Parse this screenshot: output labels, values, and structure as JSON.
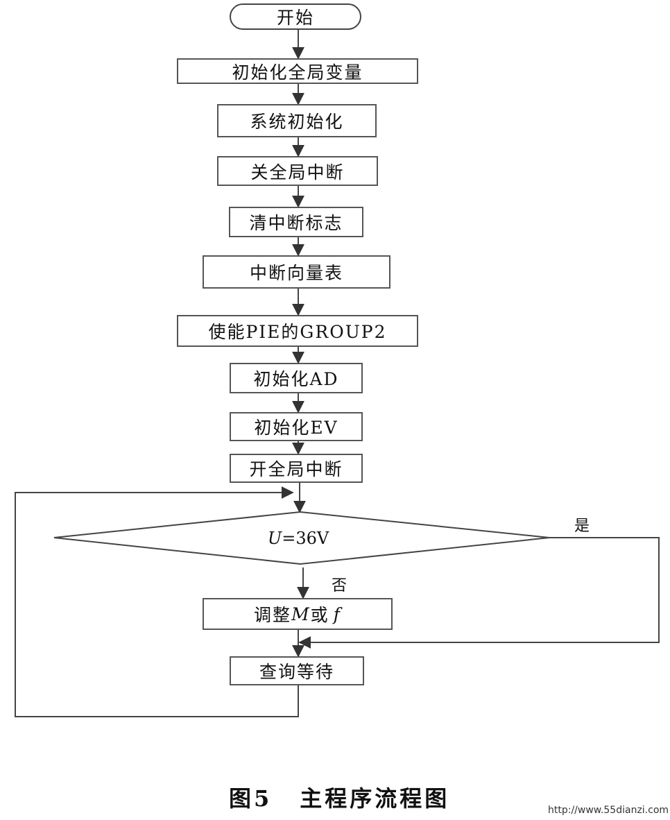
{
  "start": "开始",
  "steps": [
    "初始化全局变量",
    "系统初始化",
    "关全局中断",
    "清中断标志",
    "中断向量表",
    "使能PIE的GROUP2",
    "初始化AD",
    "初始化EV",
    "开全局中断"
  ],
  "decision": {
    "var": "U",
    "rest": "=36V",
    "yes_label": "是",
    "no_label": "否"
  },
  "adjust": {
    "prefix": "调整",
    "m": "M",
    "middle": "或",
    "f": "f"
  },
  "wait": "查询等待",
  "caption": {
    "fig": "图5",
    "title": "主程序流程图"
  },
  "watermark": "http://www.55dianzi.com"
}
